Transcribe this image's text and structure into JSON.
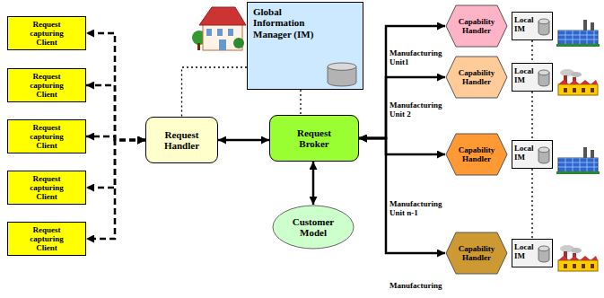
{
  "diagram": {
    "nodes": [
      {
        "text": [
          "Request capturing Client"
        ]
      },
      {
        "text": [
          "Request capturing Client"
        ]
      },
      {
        "text": [
          "Request capturing Client"
        ]
      },
      {
        "text": [
          "Request capturing Client"
        ]
      },
      {
        "text": [
          "Request capturing Client"
        ]
      },
      {
        "text": [
          "Request Handler"
        ]
      },
      {
        "text": [
          "Global Information Manager (IM)"
        ]
      },
      {
        "text": [
          "Request Broker"
        ]
      },
      {
        "text": [
          "Customer Model"
        ]
      },
      {
        "text": [
          "Capability Handler"
        ]
      },
      {
        "text": [
          "Local IM"
        ]
      },
      {
        "text": [
          "Capability Handler"
        ]
      },
      {
        "text": [
          "Local IM"
        ]
      },
      {
        "text": [
          "Capability Handler"
        ]
      },
      {
        "text": [
          "Local IM"
        ]
      },
      {
        "text": [
          "Capability Handler"
        ]
      },
      {
        "text": [
          "Local IM"
        ]
      }
    ],
    "edges": [
      {
        "from": 5,
        "to": 0,
        "arrow": "both"
      },
      {
        "from": 5,
        "to": 1,
        "arrow": "both"
      },
      {
        "from": 5,
        "to": 2,
        "arrow": "both"
      },
      {
        "from": 5,
        "to": 3,
        "arrow": "both"
      },
      {
        "from": 5,
        "to": 4,
        "arrow": "both"
      },
      {
        "from": 5,
        "to": 7,
        "arrow": "both"
      },
      {
        "from": 7,
        "to": 8,
        "arrow": "both"
      },
      {
        "from": 7,
        "to": 9,
        "arrow": "both"
      },
      {
        "from": 7,
        "to": 11,
        "arrow": "both"
      },
      {
        "from": 7,
        "to": 13,
        "arrow": "both"
      },
      {
        "from": 7,
        "to": 15,
        "arrow": "both"
      },
      {
        "from": 6,
        "to": 5,
        "arrow": "none"
      },
      {
        "from": 6,
        "to": 7,
        "arrow": "none"
      },
      {
        "from": 10,
        "to": 12,
        "arrow": "none"
      },
      {
        "from": 12,
        "to": 14,
        "arrow": "none"
      },
      {
        "from": 14,
        "to": 16,
        "arrow": "none"
      }
    ],
    "labels": [
      "Manufacturing Unit1",
      "Manufacturing Unit 2",
      "Manufacturing Unit n-1",
      "Manufacturing"
    ]
  }
}
